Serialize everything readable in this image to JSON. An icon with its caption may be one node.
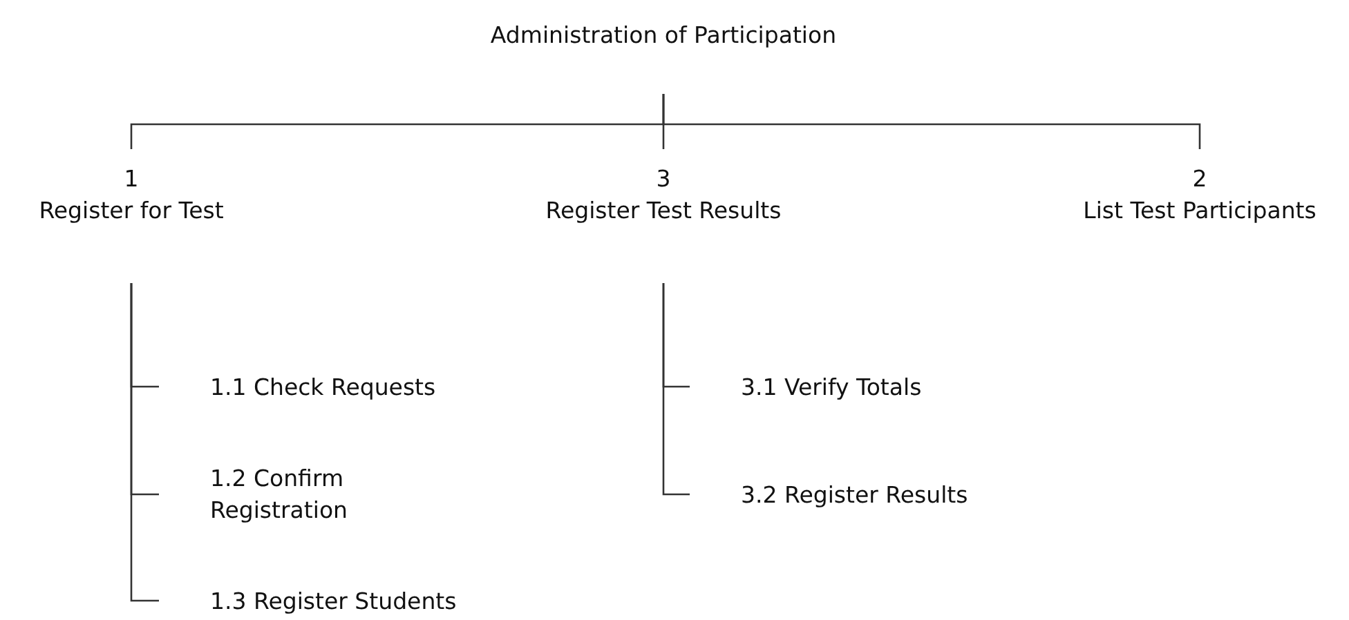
{
  "diagram": {
    "nodes": [
      {
        "text": [
          "Administration of Participation"
        ]
      },
      {
        "text": [
          "1",
          "Register for Test"
        ]
      },
      {
        "text": [
          "3",
          "Register Test Results"
        ]
      },
      {
        "text": [
          "2",
          "List Test Participants"
        ]
      },
      {
        "text": [
          "1.1 Check Requests"
        ]
      },
      {
        "text": [
          "1.2 Confirm Registration"
        ]
      },
      {
        "text": [
          "1.3 Register Students"
        ]
      },
      {
        "text": [
          "3.1 Verify Totals"
        ]
      },
      {
        "text": [
          "3.2 Register Results"
        ]
      }
    ],
    "edges": [
      {
        "from": 0,
        "to": 1,
        "arrow": "none"
      },
      {
        "from": 0,
        "to": 2,
        "arrow": "none"
      },
      {
        "from": 0,
        "to": 3,
        "arrow": "none"
      },
      {
        "from": 1,
        "to": 4,
        "arrow": "none"
      },
      {
        "from": 1,
        "to": 5,
        "arrow": "none"
      },
      {
        "from": 1,
        "to": 6,
        "arrow": "none"
      },
      {
        "from": 2,
        "to": 7,
        "arrow": "none"
      },
      {
        "from": 2,
        "to": 8,
        "arrow": "none"
      }
    ]
  }
}
